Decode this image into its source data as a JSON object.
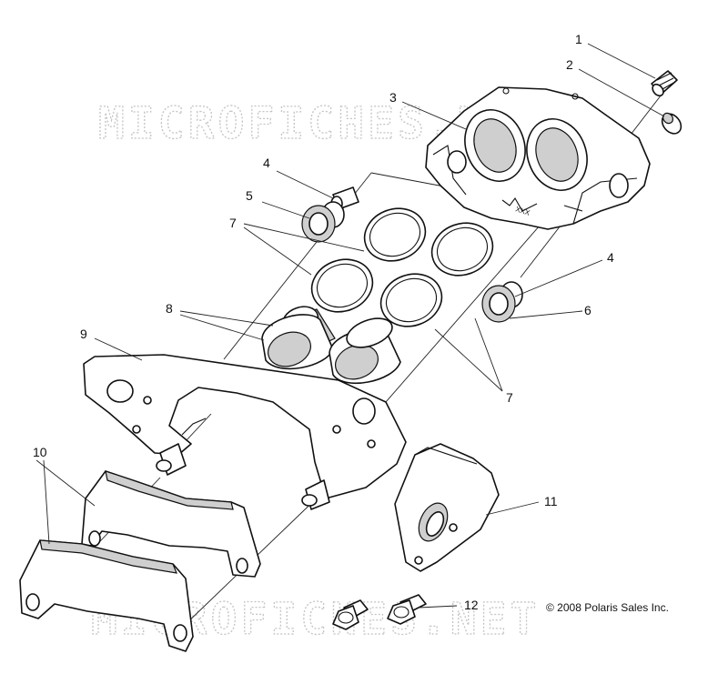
{
  "watermark": {
    "top": "MICROFICHES.NET",
    "bottom": "MICROFICHES.NET"
  },
  "callouts": {
    "c1": "1",
    "c2": "2",
    "c3": "3",
    "c4a": "4",
    "c4b": "4",
    "c5": "5",
    "c6": "6",
    "c7a": "7",
    "c7b": "7",
    "c8": "8",
    "c9": "9",
    "c10": "10",
    "c11": "11",
    "c12": "12"
  },
  "caliper_stamp": "XXX",
  "copyright": "© 2008 Polaris Sales Inc.",
  "colors": {
    "line": "#111111",
    "watermark": "#c4c4c4",
    "shading": "#cfcfcf"
  }
}
